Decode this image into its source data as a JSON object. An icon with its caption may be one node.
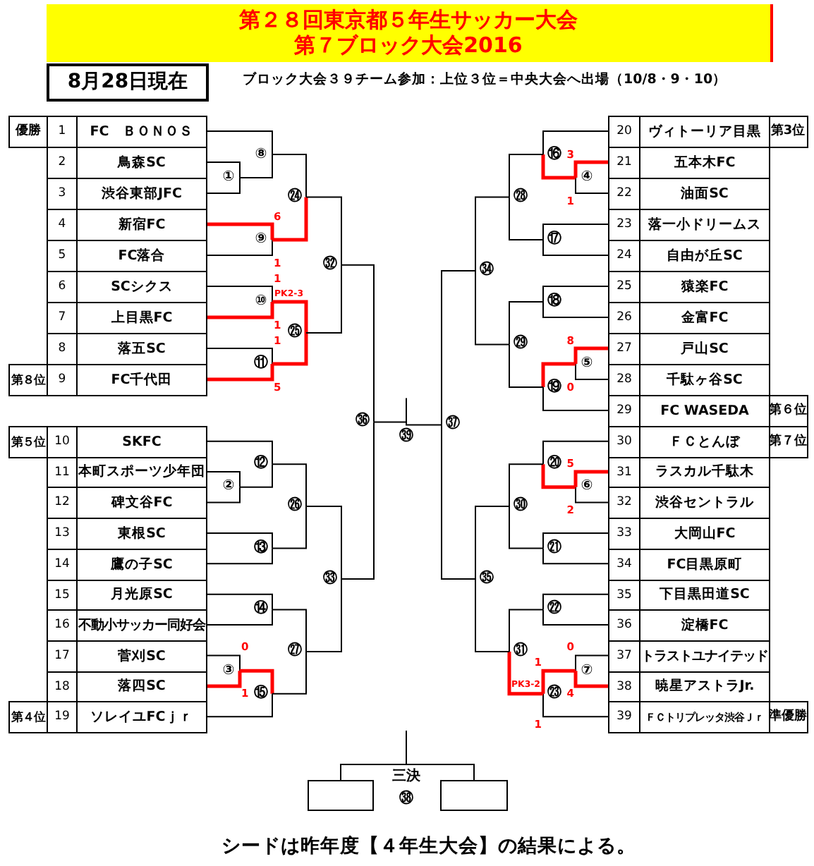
{
  "diagram": {
    "title": "第２８回東京都５年生サッカー大会第７ブロック大会2016",
    "nodes": [
      {
        "text": [
          "1",
          "FC　ＢＯＮＯＳ"
        ],
        "beside": [
          "優勝"
        ]
      },
      {
        "text": [
          "2",
          "鳥森SC"
        ]
      },
      {
        "text": [
          "3",
          "渋谷東部JFC"
        ]
      },
      {
        "text": [
          "4",
          "新宿FC"
        ]
      },
      {
        "text": [
          "5",
          "FC落合"
        ]
      },
      {
        "text": [
          "6",
          "SCシクス"
        ]
      },
      {
        "text": [
          "7",
          "上目黒FC"
        ]
      },
      {
        "text": [
          "8",
          "落五SC"
        ]
      },
      {
        "text": [
          "9",
          "FC千代田"
        ],
        "beside": [
          "第８位"
        ]
      },
      {
        "text": [
          "10",
          "SKFC"
        ],
        "beside": [
          "第５位"
        ]
      },
      {
        "text": [
          "11",
          "本町スポーツ少年団"
        ]
      },
      {
        "text": [
          "12",
          "碑文谷FC"
        ]
      },
      {
        "text": [
          "13",
          "東根SC"
        ]
      },
      {
        "text": [
          "14",
          "鷹の子SC"
        ]
      },
      {
        "text": [
          "15",
          "月光原SC"
        ]
      },
      {
        "text": [
          "16",
          "不動小サッカー同好会"
        ]
      },
      {
        "text": [
          "17",
          "菅刈SC"
        ]
      },
      {
        "text": [
          "18",
          "落四SC"
        ]
      },
      {
        "text": [
          "19",
          "ソレイユFCｊｒ"
        ],
        "beside": [
          "第４位"
        ]
      },
      {
        "text": [
          "20",
          "ヴィトーリア目黒"
        ],
        "beside": [
          "第3位"
        ]
      },
      {
        "text": [
          "21",
          "五本木FC"
        ]
      },
      {
        "text": [
          "22",
          "油面SC"
        ]
      },
      {
        "text": [
          "23",
          "落一小ドリームス"
        ]
      },
      {
        "text": [
          "24",
          "自由が丘SC"
        ]
      },
      {
        "text": [
          "25",
          "猿楽FC"
        ]
      },
      {
        "text": [
          "26",
          "金富FC"
        ]
      },
      {
        "text": [
          "27",
          "戸山SC"
        ]
      },
      {
        "text": [
          "28",
          "千駄ヶ谷SC"
        ]
      },
      {
        "text": [
          "29",
          "FC WASEDA"
        ],
        "beside": [
          "第６位"
        ]
      },
      {
        "text": [
          "30",
          "ＦＣとんぼ"
        ],
        "beside": [
          "第７位"
        ]
      },
      {
        "text": [
          "31",
          "ラスカル千駄木"
        ]
      },
      {
        "text": [
          "32",
          "渋谷セントラル"
        ]
      },
      {
        "text": [
          "33",
          "大岡山FC"
        ]
      },
      {
        "text": [
          "34",
          "FC目黒原町"
        ]
      },
      {
        "text": [
          "35",
          "下目黒田道SC"
        ]
      },
      {
        "text": [
          "36",
          "淀橋FC"
        ]
      },
      {
        "text": [
          "37",
          "トラストユナイテッド"
        ]
      },
      {
        "text": [
          "38",
          "暁星アストラJr."
        ]
      },
      {
        "text": [
          "39",
          "ＦＣトリプレッタ渋谷Ｊｒ"
        ],
        "beside": [
          "準優勝"
        ]
      },
      {
        "text": [
          "①"
        ]
      },
      {
        "text": [
          "②"
        ]
      },
      {
        "text": [
          "③"
        ]
      },
      {
        "text": [
          "④"
        ]
      },
      {
        "text": [
          "⑤"
        ]
      },
      {
        "text": [
          "⑥"
        ]
      },
      {
        "text": [
          "⑦"
        ]
      },
      {
        "text": [
          "⑧"
        ]
      },
      {
        "text": [
          "⑨"
        ]
      },
      {
        "text": [
          "⑩"
        ],
        "beside": [
          "PK2-3"
        ]
      },
      {
        "text": [
          "⑪"
        ]
      },
      {
        "text": [
          "⑫"
        ]
      },
      {
        "text": [
          "⑬"
        ]
      },
      {
        "text": [
          "⑭"
        ]
      },
      {
        "text": [
          "⑮"
        ]
      },
      {
        "text": [
          "⑯"
        ]
      },
      {
        "text": [
          "⑰"
        ]
      },
      {
        "text": [
          "⑱"
        ]
      },
      {
        "text": [
          "⑲"
        ]
      },
      {
        "text": [
          "⑳"
        ]
      },
      {
        "text": [
          "㉑"
        ]
      },
      {
        "text": [
          "㉒"
        ]
      },
      {
        "text": [
          "㉓"
        ],
        "beside": [
          "PK3-2"
        ]
      },
      {
        "text": [
          "㉔"
        ]
      },
      {
        "text": [
          "㉕"
        ]
      },
      {
        "text": [
          "㉖"
        ]
      },
      {
        "text": [
          "㉗"
        ]
      },
      {
        "text": [
          "㉘"
        ]
      },
      {
        "text": [
          "㉙"
        ]
      },
      {
        "text": [
          "㉚"
        ]
      },
      {
        "text": [
          "㉛"
        ]
      },
      {
        "text": [
          "㉜"
        ]
      },
      {
        "text": [
          "㉝"
        ]
      },
      {
        "text": [
          "㉞"
        ]
      },
      {
        "text": [
          "㉟"
        ]
      },
      {
        "text": [
          "㊱"
        ]
      },
      {
        "text": [
          "㊲"
        ]
      },
      {
        "text": [
          "三決",
          "㊳"
        ]
      },
      {
        "text": [
          "㊴"
        ]
      },
      {
        "text": [],
        "shape": "box"
      },
      {
        "text": [],
        "shape": "box"
      }
    ],
    "edges": [
      {
        "from": 1,
        "to": 39,
        "arrow": "none"
      },
      {
        "from": 2,
        "to": 39,
        "arrow": "none"
      },
      {
        "from": 10,
        "to": 40,
        "arrow": "none"
      },
      {
        "from": 11,
        "to": 40,
        "arrow": "none"
      },
      {
        "from": 16,
        "to": 41,
        "arrow": "none",
        "label": "0"
      },
      {
        "from": 17,
        "to": 41,
        "arrow": "none",
        "label": "1",
        "style": "thick",
        "color": "#ff0000"
      },
      {
        "from": 20,
        "to": 42,
        "arrow": "none",
        "label": "3",
        "style": "thick",
        "color": "#ff0000"
      },
      {
        "from": 21,
        "to": 42,
        "arrow": "none",
        "label": "1"
      },
      {
        "from": 26,
        "to": 43,
        "arrow": "none",
        "label": "8",
        "style": "thick",
        "color": "#ff0000"
      },
      {
        "from": 27,
        "to": 43,
        "arrow": "none",
        "label": "0"
      },
      {
        "from": 30,
        "to": 44,
        "arrow": "none",
        "label": "5",
        "style": "thick",
        "color": "#ff0000"
      },
      {
        "from": 31,
        "to": 44,
        "arrow": "none",
        "label": "2"
      },
      {
        "from": 36,
        "to": 45,
        "arrow": "none",
        "label": "0"
      },
      {
        "from": 37,
        "to": 45,
        "arrow": "none",
        "label": "4",
        "style": "thick",
        "color": "#ff0000"
      },
      {
        "from": 0,
        "to": 46,
        "arrow": "none"
      },
      {
        "from": 39,
        "to": 46,
        "arrow": "none"
      },
      {
        "from": 3,
        "to": 47,
        "arrow": "none",
        "label": "6",
        "style": "thick",
        "color": "#ff0000"
      },
      {
        "from": 4,
        "to": 47,
        "arrow": "none",
        "label": "1"
      },
      {
        "from": 5,
        "to": 48,
        "arrow": "none",
        "label": "1"
      },
      {
        "from": 6,
        "to": 48,
        "arrow": "none",
        "label": "1",
        "style": "thick",
        "color": "#ff0000"
      },
      {
        "from": 7,
        "to": 49,
        "arrow": "none",
        "label": "1"
      },
      {
        "from": 8,
        "to": 49,
        "arrow": "none",
        "label": "5",
        "style": "thick",
        "color": "#ff0000"
      },
      {
        "from": 9,
        "to": 50,
        "arrow": "none"
      },
      {
        "from": 40,
        "to": 50,
        "arrow": "none"
      },
      {
        "from": 12,
        "to": 51,
        "arrow": "none"
      },
      {
        "from": 13,
        "to": 51,
        "arrow": "none"
      },
      {
        "from": 14,
        "to": 52,
        "arrow": "none"
      },
      {
        "from": 15,
        "to": 52,
        "arrow": "none"
      },
      {
        "from": 41,
        "to": 53,
        "arrow": "none",
        "style": "thick",
        "color": "#ff0000"
      },
      {
        "from": 18,
        "to": 53,
        "arrow": "none"
      },
      {
        "from": 19,
        "to": 54,
        "arrow": "none"
      },
      {
        "from": 42,
        "to": 54,
        "arrow": "none",
        "style": "thick",
        "color": "#ff0000"
      },
      {
        "from": 22,
        "to": 55,
        "arrow": "none"
      },
      {
        "from": 23,
        "to": 55,
        "arrow": "none"
      },
      {
        "from": 24,
        "to": 56,
        "arrow": "none"
      },
      {
        "from": 25,
        "to": 56,
        "arrow": "none"
      },
      {
        "from": 43,
        "to": 57,
        "arrow": "none",
        "style": "thick",
        "color": "#ff0000"
      },
      {
        "from": 28,
        "to": 57,
        "arrow": "none"
      },
      {
        "from": 29,
        "to": 58,
        "arrow": "none"
      },
      {
        "from": 44,
        "to": 58,
        "arrow": "none",
        "style": "thick",
        "color": "#ff0000"
      },
      {
        "from": 32,
        "to": 59,
        "arrow": "none"
      },
      {
        "from": 33,
        "to": 59,
        "arrow": "none"
      },
      {
        "from": 34,
        "to": 60,
        "arrow": "none"
      },
      {
        "from": 35,
        "to": 60,
        "arrow": "none"
      },
      {
        "from": 45,
        "to": 61,
        "arrow": "none",
        "label": "1",
        "style": "thick",
        "color": "#ff0000"
      },
      {
        "from": 38,
        "to": 61,
        "arrow": "none",
        "label": "1"
      },
      {
        "from": 46,
        "to": 62,
        "arrow": "none"
      },
      {
        "from": 47,
        "to": 62,
        "arrow": "none",
        "style": "thick",
        "color": "#ff0000"
      },
      {
        "from": 48,
        "to": 63,
        "arrow": "none",
        "style": "thick",
        "color": "#ff0000"
      },
      {
        "from": 49,
        "to": 63,
        "arrow": "none",
        "style": "thick",
        "color": "#ff0000"
      },
      {
        "from": 50,
        "to": 64,
        "arrow": "none"
      },
      {
        "from": 51,
        "to": 64,
        "arrow": "none"
      },
      {
        "from": 52,
        "to": 65,
        "arrow": "none"
      },
      {
        "from": 53,
        "to": 65,
        "arrow": "none"
      },
      {
        "from": 54,
        "to": 66,
        "arrow": "none"
      },
      {
        "from": 55,
        "to": 66,
        "arrow": "none"
      },
      {
        "from": 56,
        "to": 67,
        "arrow": "none"
      },
      {
        "from": 57,
        "to": 67,
        "arrow": "none"
      },
      {
        "from": 58,
        "to": 68,
        "arrow": "none"
      },
      {
        "from": 59,
        "to": 68,
        "arrow": "none"
      },
      {
        "from": 60,
        "to": 69,
        "arrow": "none"
      },
      {
        "from": 61,
        "to": 69,
        "arrow": "none",
        "style": "thick",
        "color": "#ff0000"
      },
      {
        "from": 62,
        "to": 70,
        "arrow": "none"
      },
      {
        "from": 63,
        "to": 70,
        "arrow": "none"
      },
      {
        "from": 64,
        "to": 71,
        "arrow": "none"
      },
      {
        "from": 65,
        "to": 71,
        "arrow": "none"
      },
      {
        "from": 66,
        "to": 72,
        "arrow": "none"
      },
      {
        "from": 67,
        "to": 72,
        "arrow": "none"
      },
      {
        "from": 68,
        "to": 73,
        "arrow": "none"
      },
      {
        "from": 69,
        "to": 73,
        "arrow": "none"
      },
      {
        "from": 70,
        "to": 74,
        "arrow": "none"
      },
      {
        "from": 71,
        "to": 74,
        "arrow": "none"
      },
      {
        "from": 72,
        "to": 75,
        "arrow": "none"
      },
      {
        "from": 73,
        "to": 75,
        "arrow": "none"
      },
      {
        "from": 78,
        "to": 76,
        "arrow": "none"
      },
      {
        "from": 79,
        "to": 76,
        "arrow": "none"
      },
      {
        "from": 76,
        "to": null,
        "arrow": "none"
      },
      {
        "from": 74,
        "to": 77,
        "arrow": "none"
      },
      {
        "from": 75,
        "to": 77,
        "arrow": "none"
      },
      {
        "from": 77,
        "to": null,
        "arrow": "none"
      }
    ],
    "labels": [
      "8月28日現在",
      "ブロック大会３９チーム参加：上位３位＝中央大会へ出場（10/8・9・10）",
      "シードは昨年度【４年生大会】の結果による。"
    ]
  }
}
